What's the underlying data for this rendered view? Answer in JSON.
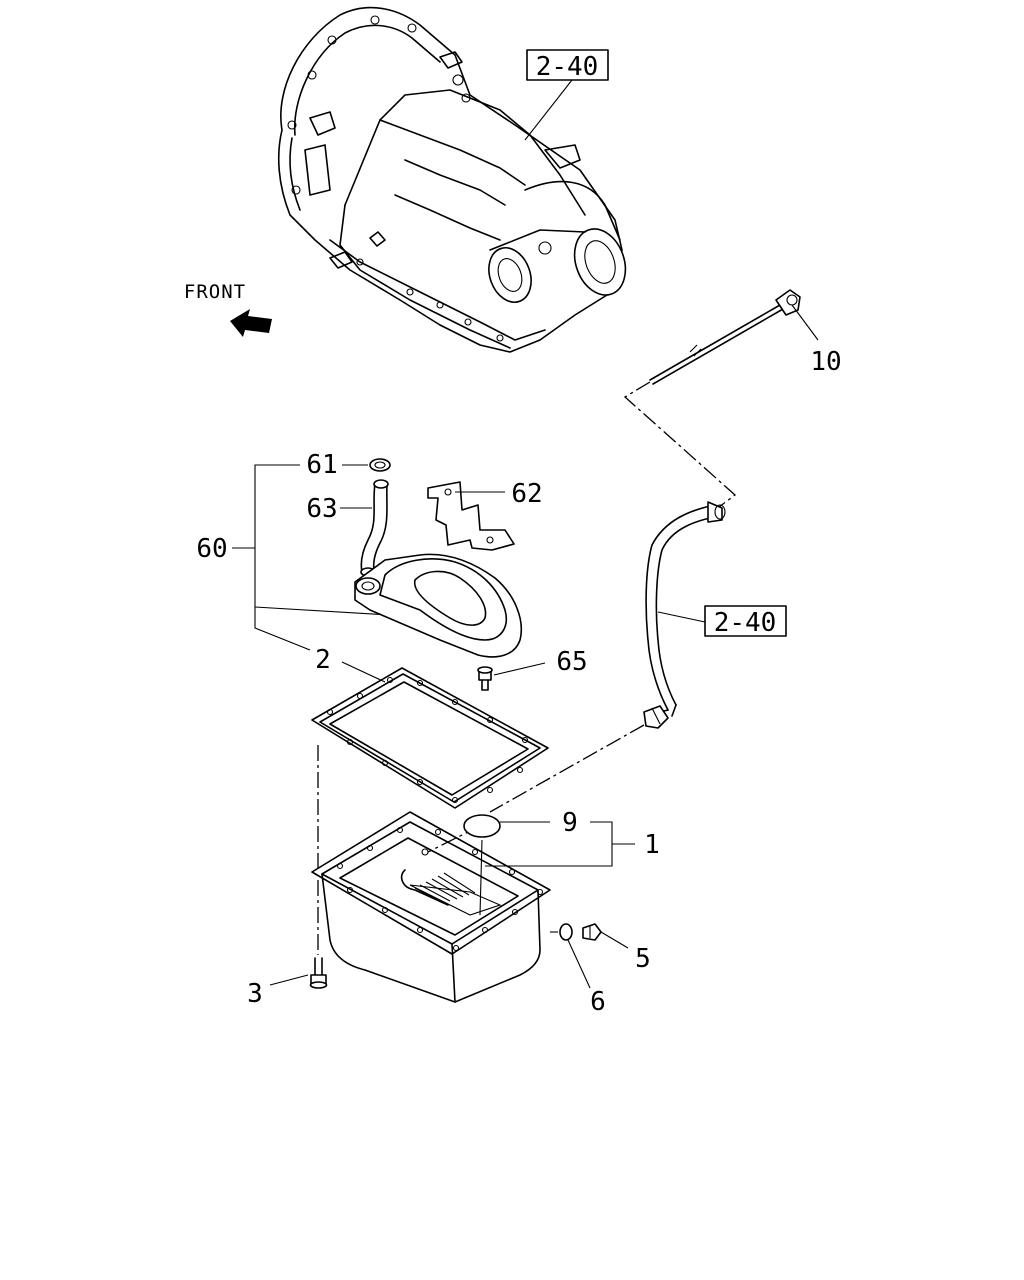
{
  "direction_label": "FRONT",
  "refs": {
    "top": "2-40",
    "pipe": "2-40"
  },
  "callouts": {
    "c1": "1",
    "c2": "2",
    "c3": "3",
    "c5": "5",
    "c6": "6",
    "c9": "9",
    "c10": "10",
    "c60": "60",
    "c61": "61",
    "c62": "62",
    "c63": "63",
    "c65": "65"
  }
}
